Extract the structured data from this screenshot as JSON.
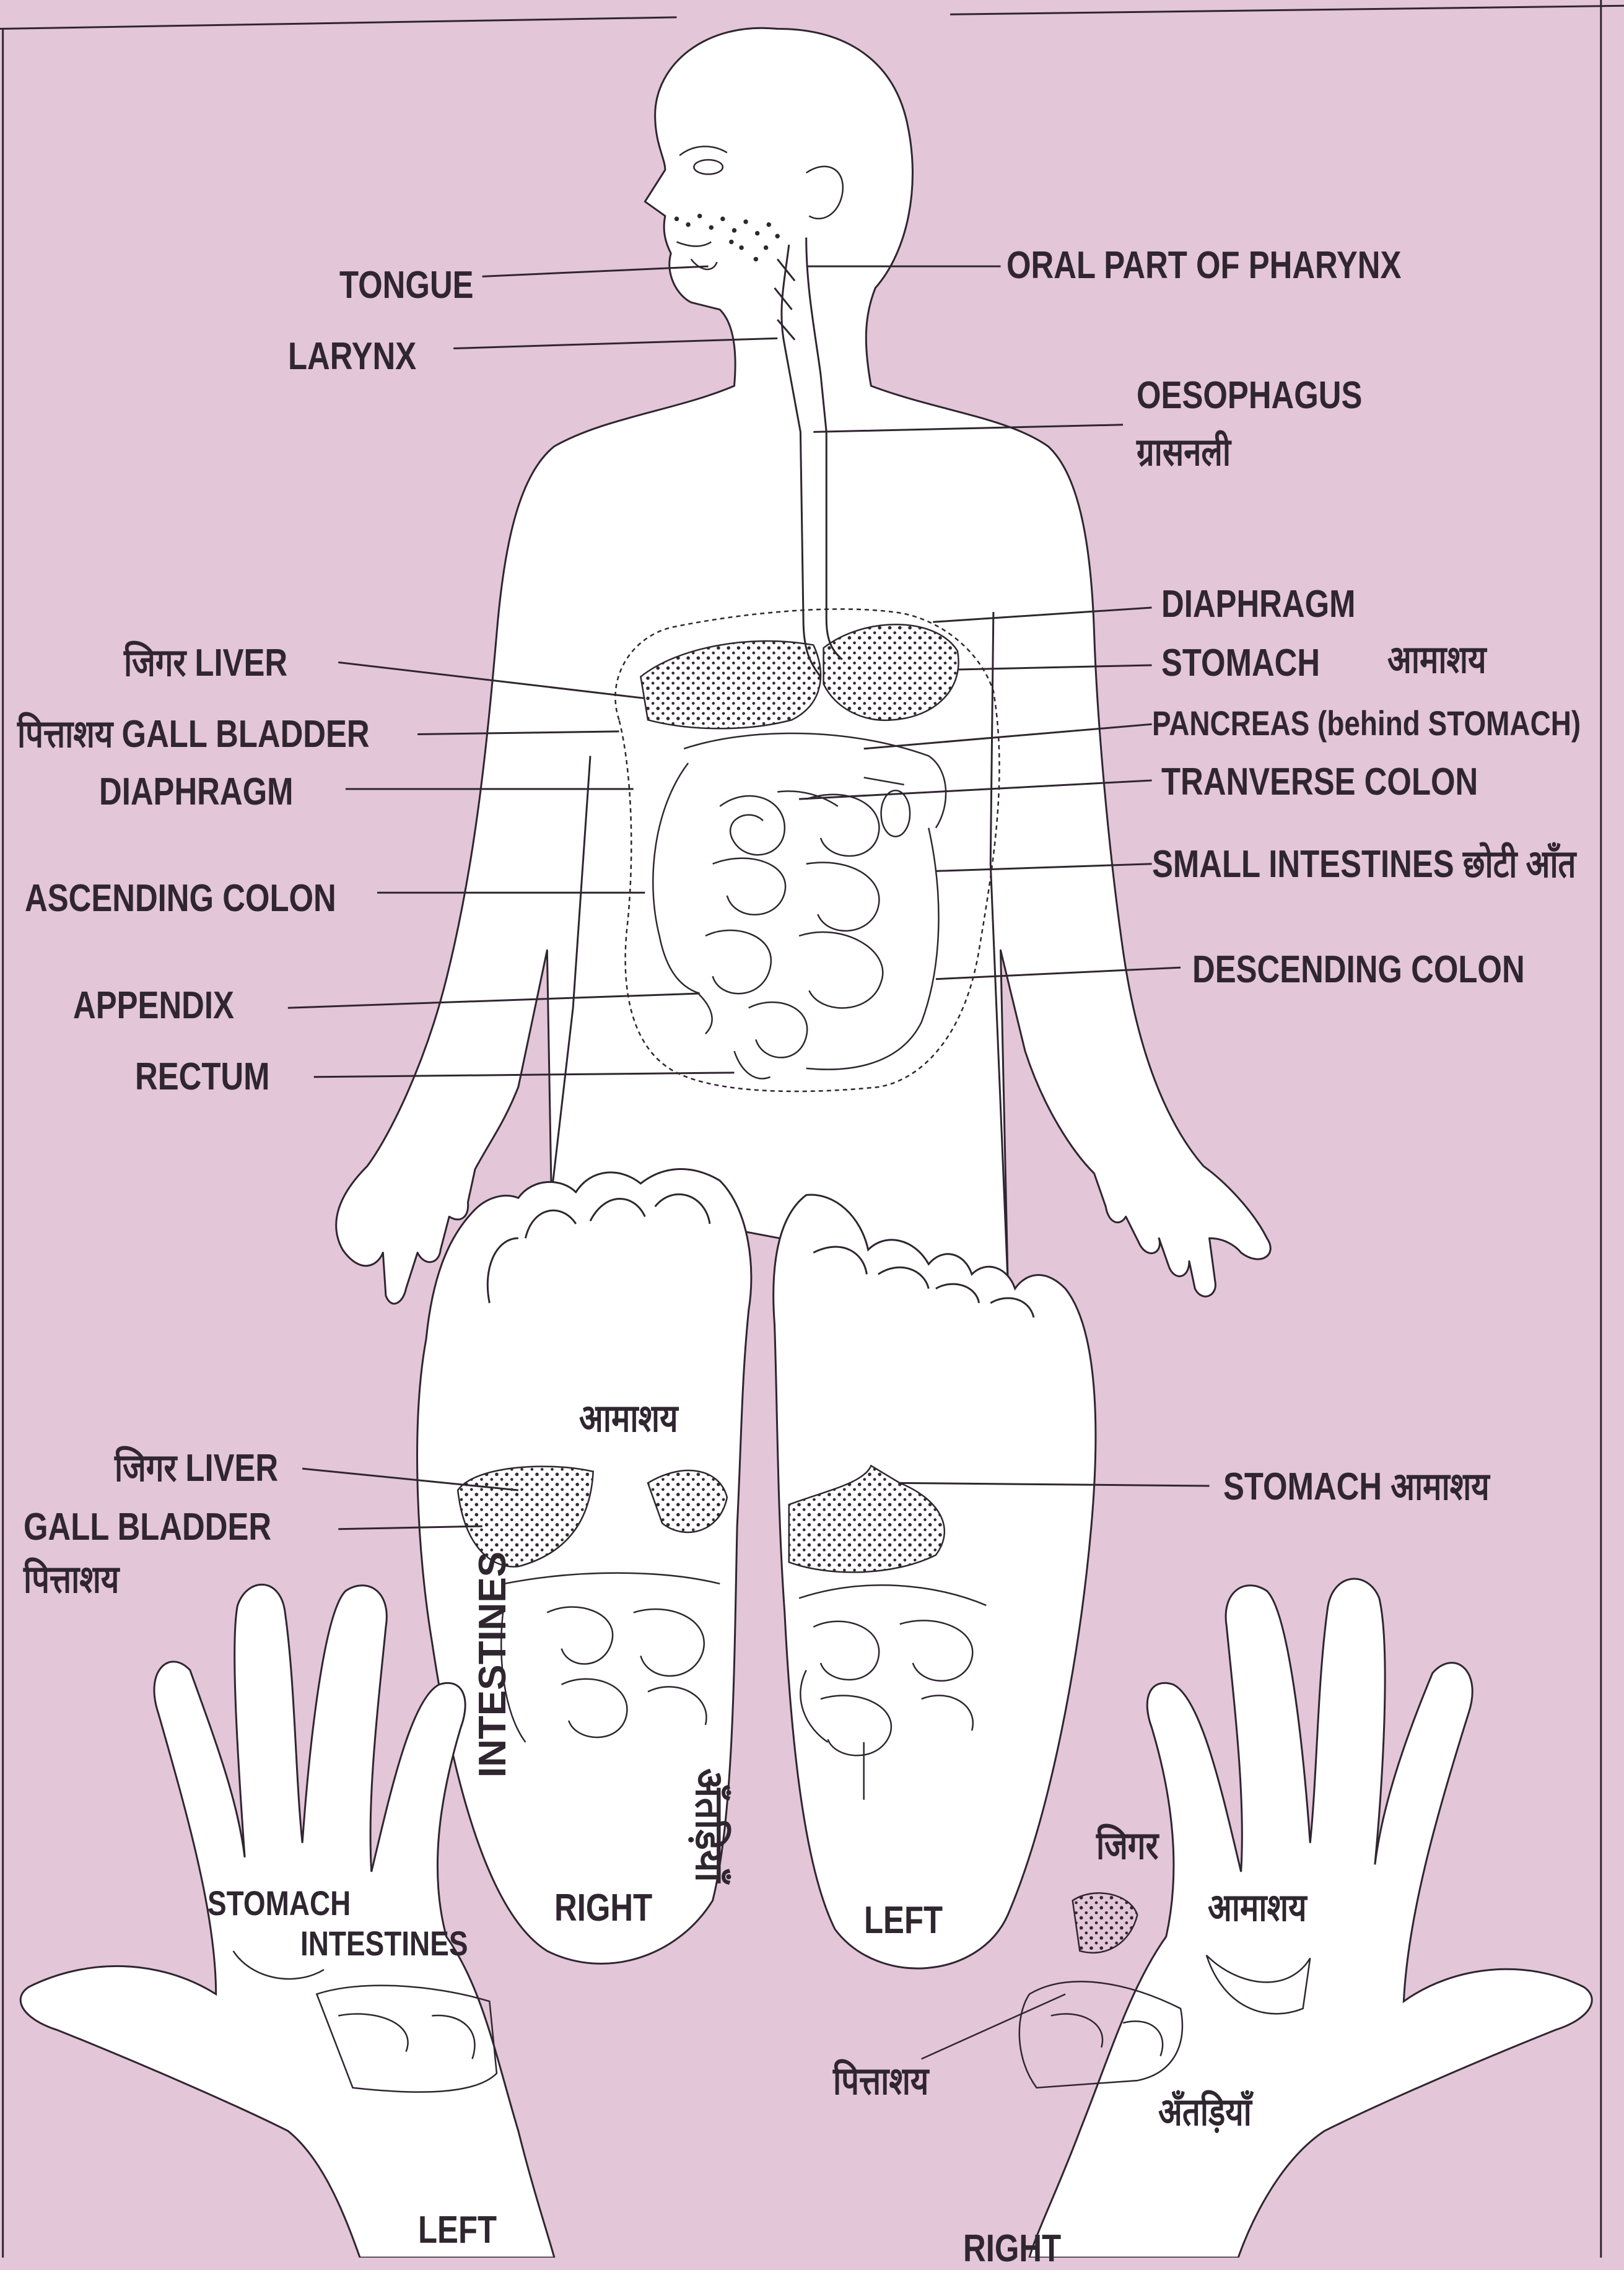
{
  "colors": {
    "background": "#e3c6d8",
    "ink": "#2f2630",
    "fill": "#ffffff"
  },
  "body_labels": {
    "tongue": "TONGUE",
    "larynx": "LARYNX",
    "oral_pharynx": "ORAL PART OF PHARYNX",
    "oesophagus": "OESOPHAGUS",
    "oesophagus_hi": "ग्रासनली",
    "liver_left": "जिगर LIVER",
    "gall_bladder_left": "पित्ताशय GALL BLADDER",
    "diaphragm_left": "DIAPHRAGM",
    "ascending_colon": "ASCENDING COLON",
    "appendix": "APPENDIX",
    "rectum": "RECTUM",
    "diaphragm_right": "DIAPHRAGM",
    "stomach_right": "STOMACH",
    "stomach_right_hi": "आमाशय",
    "pancreas": "PANCREAS (behind STOMACH)",
    "transverse_colon": "TRANVERSE COLON",
    "small_intestines": "SMALL INTESTINES छोटी आँत",
    "descending_colon": "DESCENDING COLON"
  },
  "feet_labels": {
    "stomach_hi_top": "आमाशय",
    "liver": "जिगर LIVER",
    "gall_bladder": "GALL BLADDER",
    "gall_bladder_hi": "पित्ताशय",
    "intestines_vertical": "INTESTINES",
    "intestines_hi_vertical": "अँतड़ियाँ",
    "stomach_foot_right": "STOMACH आमाशय",
    "right_foot": "RIGHT",
    "left_foot": "LEFT"
  },
  "hand_labels": {
    "stomach": "STOMACH",
    "intestines": "INTESTINES",
    "left_hand": "LEFT",
    "liver_hi": "जिगर",
    "stomach_hi": "आमाशय",
    "gall_bladder_hi": "पित्ताशय",
    "intestines_hi": "अँतड़ियाँ",
    "right_hand": "RIGHT"
  }
}
